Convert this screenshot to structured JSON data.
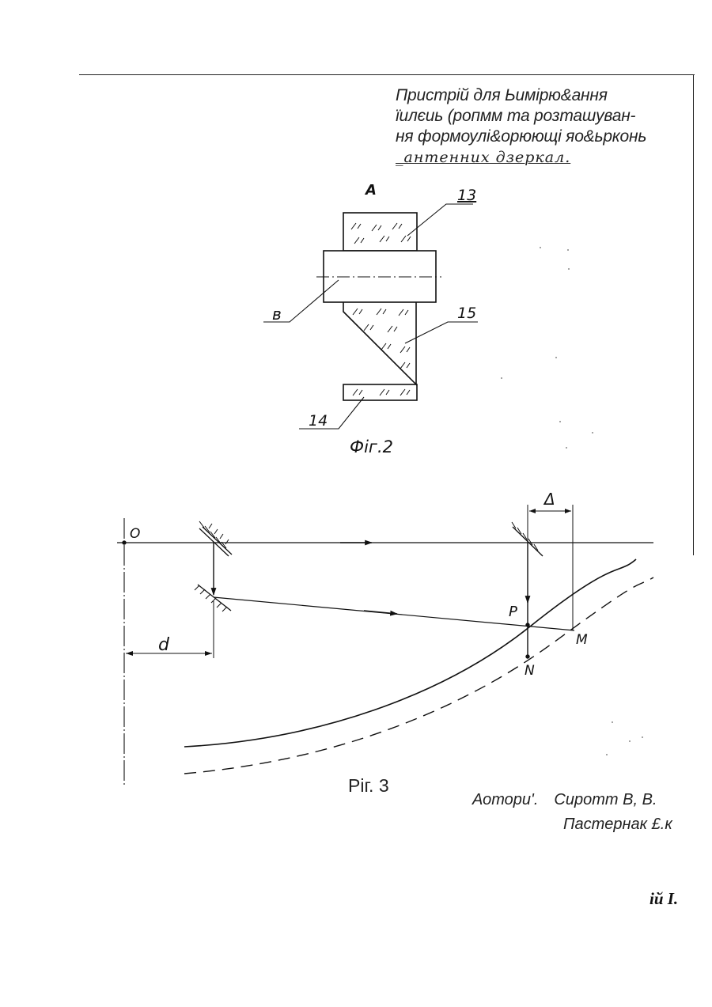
{
  "document": {
    "title_lines": [
      "Пристрій для Ьимірю&ання",
      "їилєиь (ропмм та розташуван-",
      "ня   формоулі&орюющі яо&ьрконь"
    ],
    "title_handwritten": "_антенних  дзеркал.",
    "authors_label": "Аотори'.",
    "authors": [
      "Сиротт В, В.",
      "Пастернак £.к"
    ],
    "page_number": "ій І."
  },
  "fig2": {
    "caption": "Фіг.2",
    "view_label": "А",
    "labels": {
      "part_13": "13",
      "part_15": "15",
      "part_14": "14",
      "part_b": "в"
    }
  },
  "fig3": {
    "caption": "Рiг. 3",
    "labels": {
      "o": "О",
      "delta": "Δ",
      "d": "d",
      "p": "Р",
      "m": "М",
      "n": "N"
    }
  }
}
